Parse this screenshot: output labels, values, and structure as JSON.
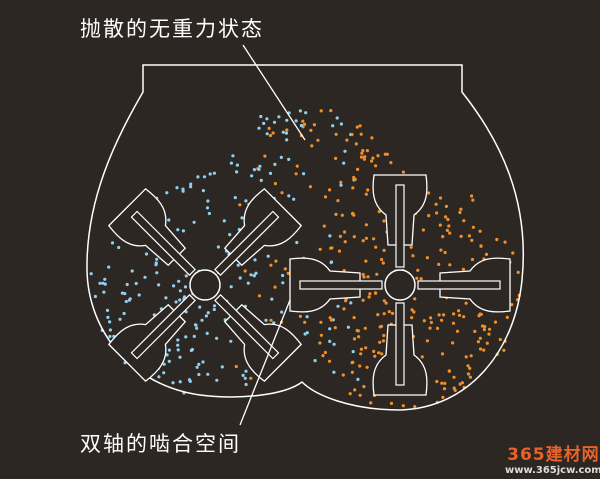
{
  "labels": {
    "top": "抛散的无重力状态",
    "bottom": "双轴的啮合空间"
  },
  "watermark": {
    "title": "365建材网",
    "url": "www.365jcw.com"
  },
  "colors": {
    "background": "#2d2724",
    "outline": "#ffffff",
    "particle_blue": "#8fd0f0",
    "particle_orange": "#f0902a"
  }
}
